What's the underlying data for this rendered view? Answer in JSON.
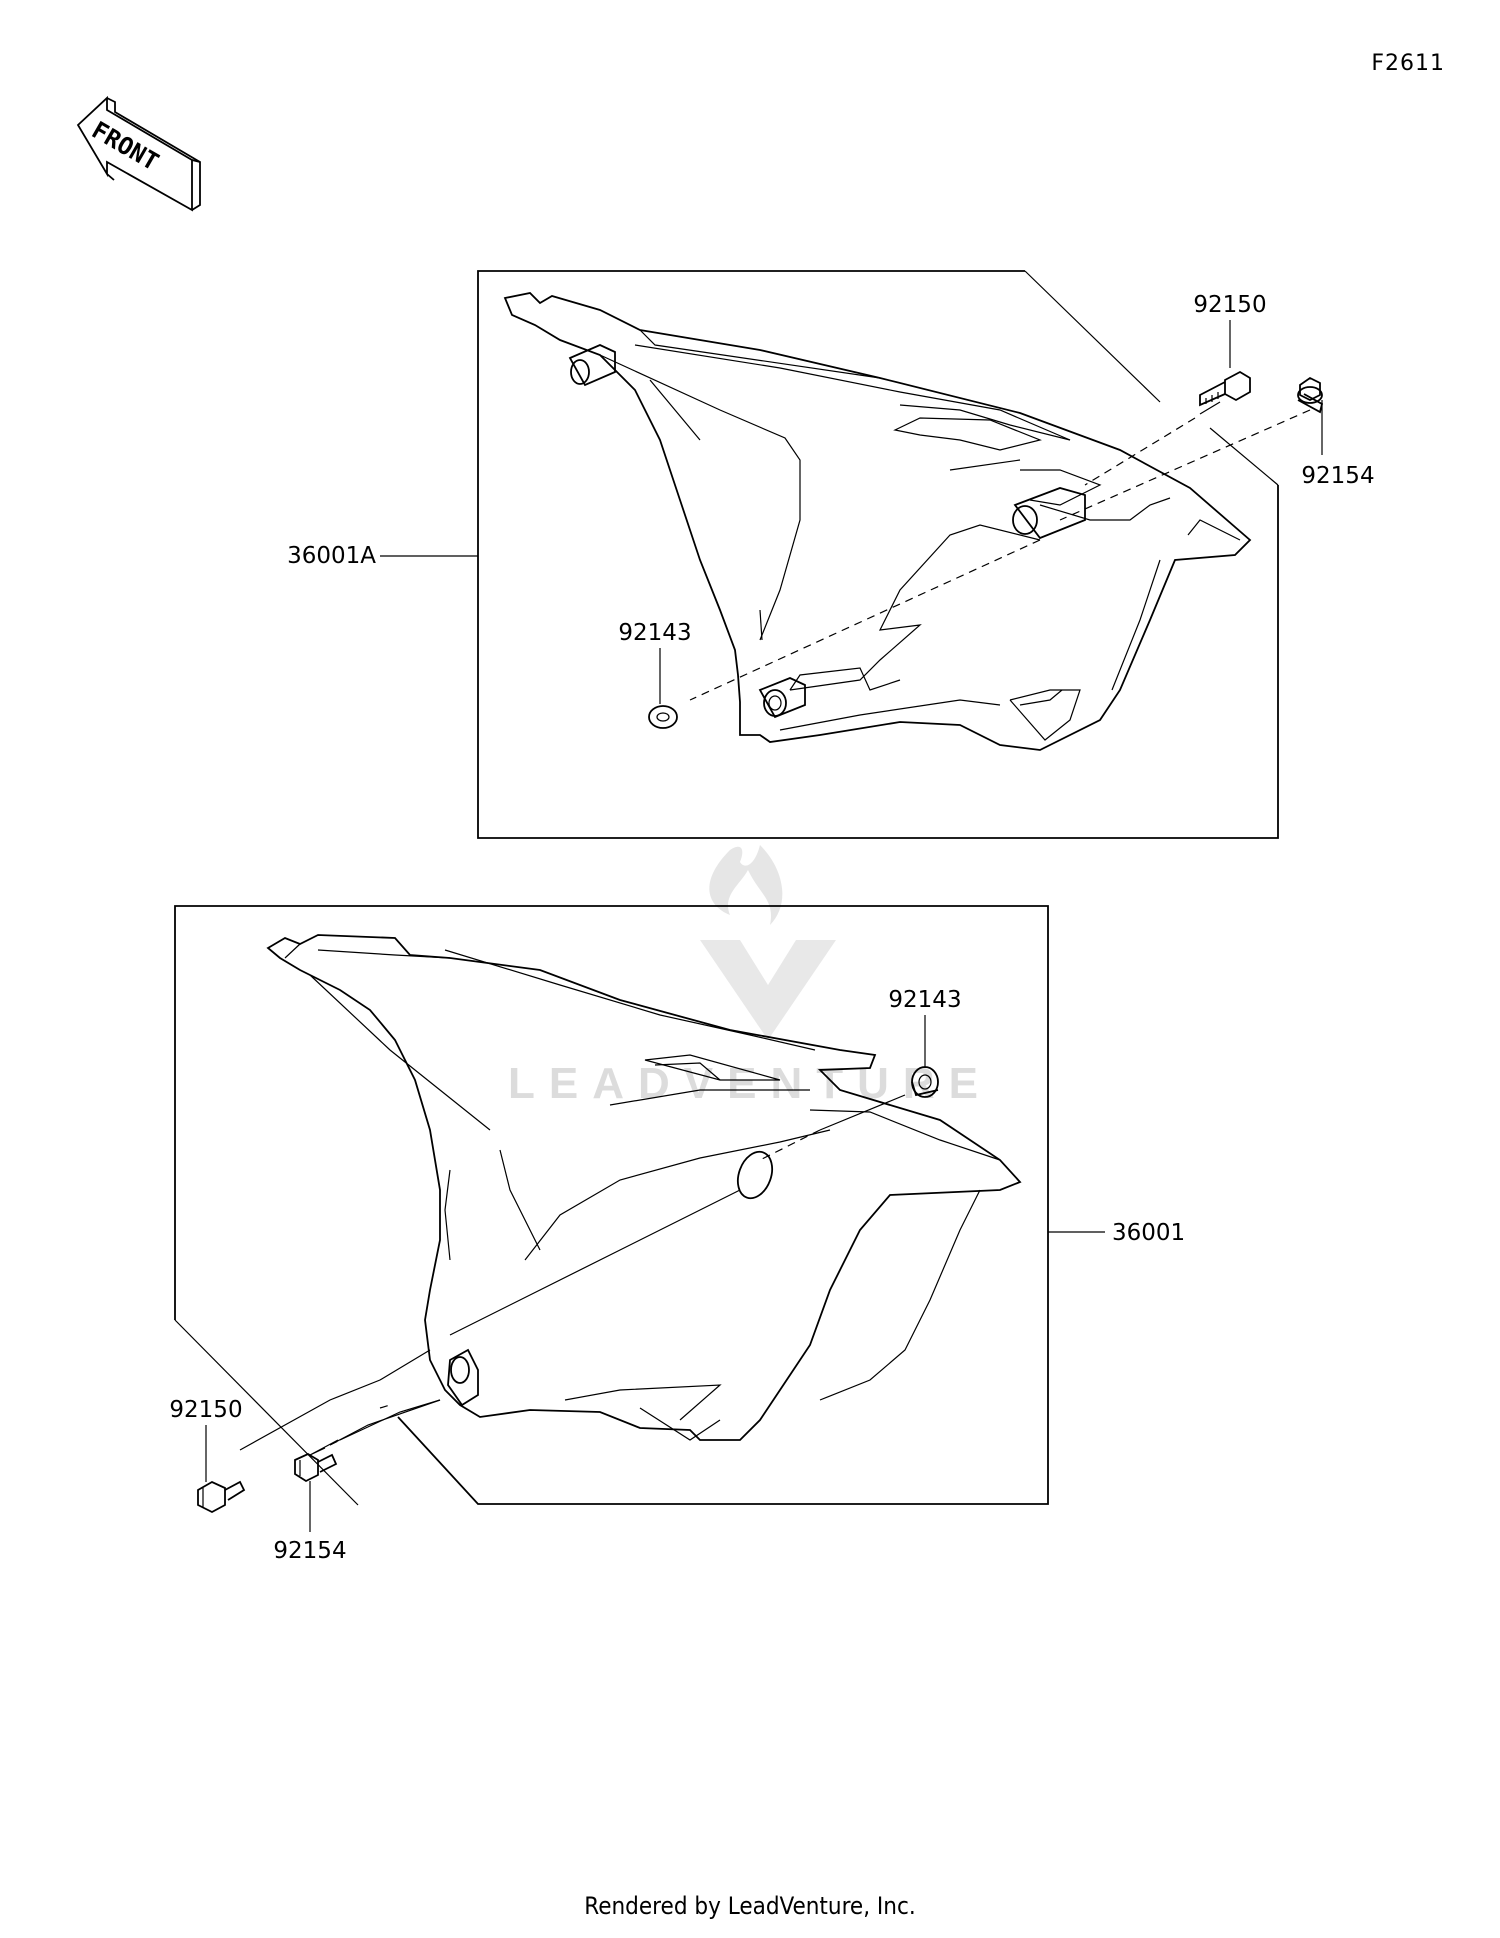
{
  "diagram": {
    "code": "F2611",
    "front_label": "FRONT",
    "watermark": "LEADVENTURE",
    "upper_group": {
      "assembly_label": "36001A",
      "parts": [
        {
          "id": "bolt",
          "label": "92150"
        },
        {
          "id": "screw",
          "label": "92154"
        },
        {
          "id": "grommet",
          "label": "92143"
        }
      ]
    },
    "lower_group": {
      "assembly_label": "36001",
      "parts": [
        {
          "id": "grommet",
          "label": "92143"
        },
        {
          "id": "bolt",
          "label": "92150"
        },
        {
          "id": "screw",
          "label": "92154"
        }
      ]
    }
  },
  "footer": {
    "text": "Rendered by LeadVenture, Inc."
  }
}
